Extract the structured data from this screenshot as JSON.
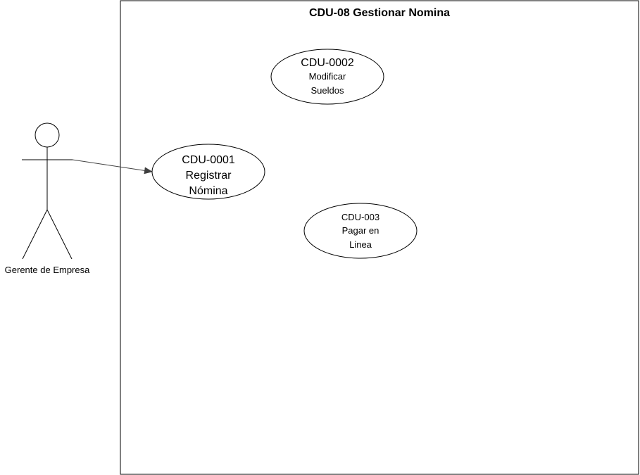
{
  "system": {
    "title": "CDU-08 Gestionar Nomina"
  },
  "actor": {
    "name": "Gerente de Empresa"
  },
  "use_cases": [
    {
      "id": "CDU-0002",
      "lines": [
        "Modificar",
        "Sueldos"
      ]
    },
    {
      "id": "CDU-0001",
      "lines": [
        "Registrar",
        "Nómina"
      ]
    },
    {
      "id": "CDU-003",
      "lines": [
        "Pagar en",
        "Linea"
      ]
    }
  ],
  "associations": [
    {
      "from": "Gerente de Empresa",
      "to": "CDU-0001"
    }
  ],
  "colors": {
    "stroke": "#000000",
    "background": "#ffffff",
    "arrow": "#404040"
  }
}
